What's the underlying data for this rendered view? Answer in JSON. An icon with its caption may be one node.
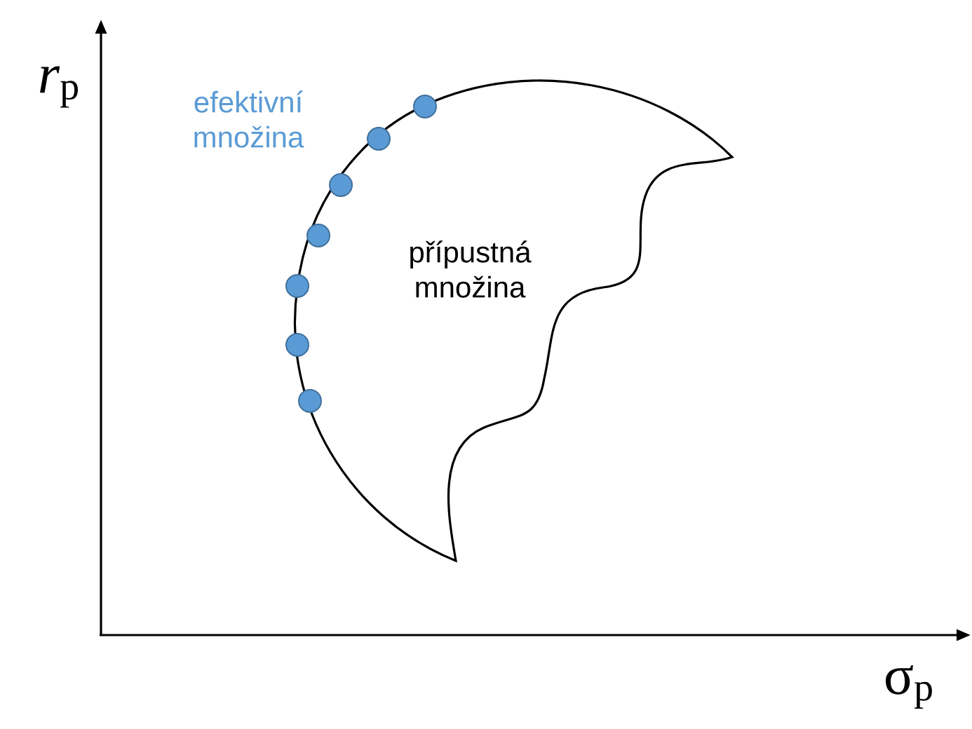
{
  "diagram": {
    "nodes": [
      {
        "text": [
          "přípustná množina"
        ]
      }
    ],
    "labels": [
      "*r*$_{p}$",
      "efektivní množina",
      "σ$_{p}$"
    ]
  }
}
